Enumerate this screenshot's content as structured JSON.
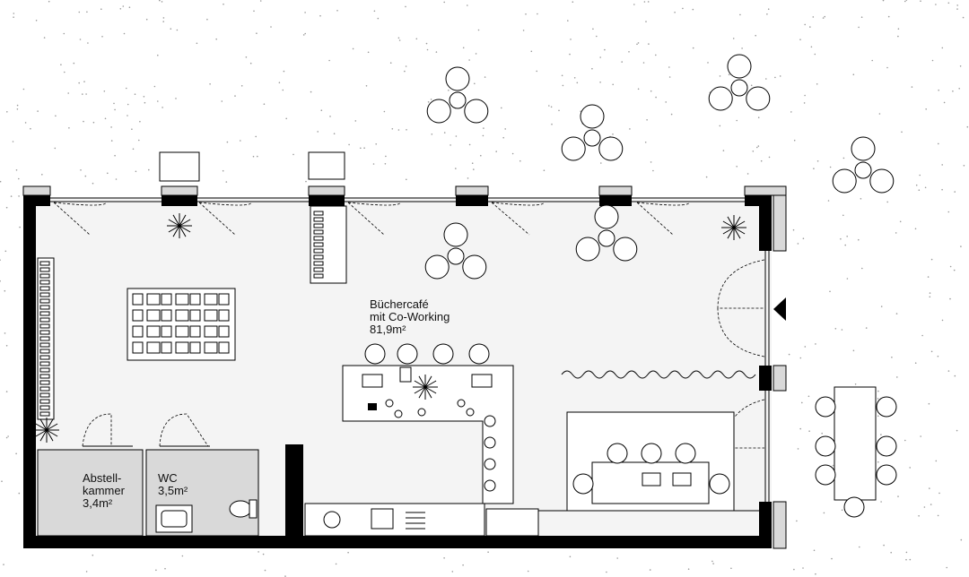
{
  "rooms": {
    "main": {
      "name_line1": "Büchercafé",
      "name_line2": "mit Co-Working",
      "area": "81,9m²"
    },
    "storage": {
      "name_line1": "Abstell-",
      "name_line2": "kammer",
      "area": "3,4m²"
    },
    "wc": {
      "name": "WC",
      "area": "3,5m²"
    }
  },
  "icons": {
    "entrance": "entrance-arrow-icon",
    "plant": "plant-icon",
    "chair": "chair-icon",
    "toilet": "toilet-icon",
    "sink": "sink-icon"
  },
  "colors": {
    "walls": "#000000",
    "floor": "#f4f4f4",
    "service_rooms": "#d9d9d9",
    "ground_dots": "#9a9a9a"
  }
}
